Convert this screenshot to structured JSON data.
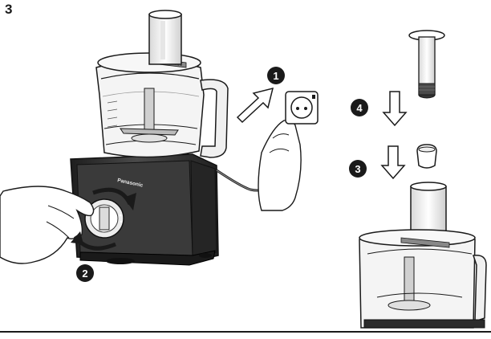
{
  "figure": {
    "step_number": "3",
    "brand_label": "Panasonic",
    "callouts": [
      "1",
      "2",
      "3",
      "4"
    ]
  },
  "colors": {
    "ink": "#1a1a1a",
    "dark_body": "#2b2b2b",
    "light_fill": "#f2f2f2",
    "mid_gray": "#9a9a9a"
  }
}
